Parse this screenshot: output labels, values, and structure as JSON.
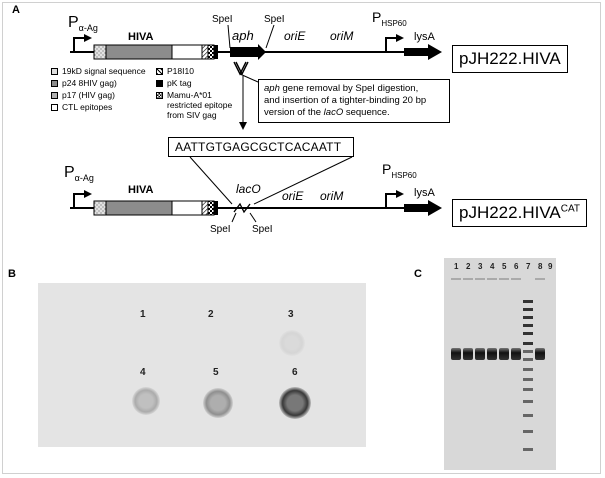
{
  "panel_labels": {
    "a": "A",
    "b": "B",
    "c": "C"
  },
  "top_construct": {
    "promoter_left": "P",
    "promoter_left_sub": "α-Ag",
    "hiva": "HIVA",
    "spe1": "SpeI",
    "spe2": "SpeI",
    "aph": "aph",
    "oriE": "oriE",
    "oriM": "oriM",
    "promoter_right": "P",
    "promoter_right_sub": "HSP60",
    "lysA": "lysA",
    "plasmid": "pJH222.HIVA"
  },
  "legend": {
    "signal": "19kD signal sequence",
    "p24": "p24 8HIV gag)",
    "p17": "p17 (HIV gag)",
    "ctl": "CTL epitopes",
    "p18": "P18I10",
    "pk": "pK tag",
    "mamu_1": "Mamu-A*01",
    "mamu_2": "restricted epitope",
    "mamu_3": "from SIV gag"
  },
  "note": {
    "aph": "aph",
    "line1_rest": " gene removal by SpeI digestion,",
    "line2": "and insertion of a tighter-binding 20 bp",
    "line3_pre": "version  of the ",
    "laco": "lacO",
    "line3_post": " sequence."
  },
  "sequence": "AATTGTGAGCGCTCACAATT",
  "bottom_construct": {
    "promoter_left": "P",
    "promoter_left_sub": "α-Ag",
    "hiva": "HIVA",
    "lacO": "lacO",
    "oriE": "oriE",
    "oriM": "oriM",
    "spe1": "SpeI",
    "spe2": "SpeI",
    "promoter_right": "P",
    "promoter_right_sub": "HSP60",
    "lysA": "lysA",
    "plasmid": "pJH222.HIVA",
    "plasmid_sup": "CAT"
  },
  "dot_blot": {
    "labels": [
      "1",
      "2",
      "3",
      "4",
      "5",
      "6"
    ],
    "intensity": [
      0.0,
      0.0,
      0.08,
      0.3,
      0.45,
      0.9
    ]
  },
  "gel": {
    "lanes": [
      "1",
      "2",
      "3",
      "4",
      "5",
      "6",
      "7",
      "8",
      "9"
    ]
  }
}
